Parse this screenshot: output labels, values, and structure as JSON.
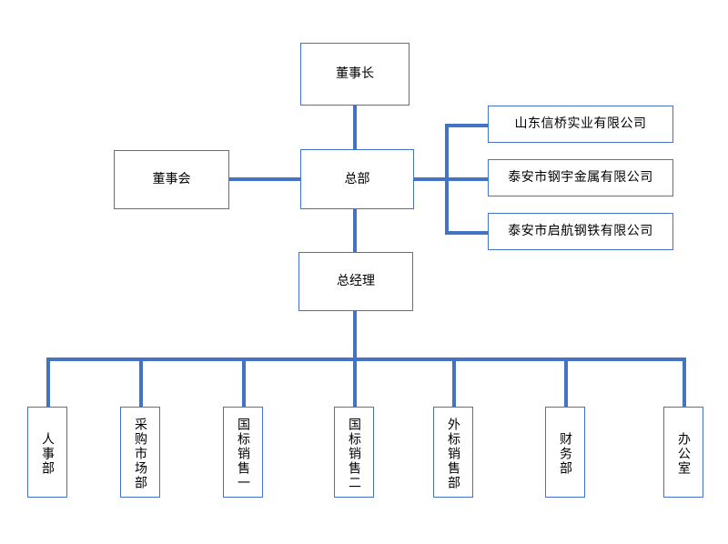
{
  "chart_title": "",
  "colors": {
    "connector": "#4472c4",
    "box_border": "#4472c4",
    "box_fill": "#ffffff",
    "text": "#000000"
  },
  "nodes": {
    "chairman": {
      "label": "董事长"
    },
    "board": {
      "label": "董事会"
    },
    "headquarters": {
      "label": "总部"
    },
    "general_manager": {
      "label": "总经理"
    }
  },
  "subsidiaries": [
    {
      "label": "山东信桥实业有限公司"
    },
    {
      "label": "泰安市钢宇金属有限公司"
    },
    {
      "label": "泰安市启航钢铁有限公司"
    }
  ],
  "departments": [
    {
      "label": "人事部"
    },
    {
      "label": "采购市场部"
    },
    {
      "label": "国标销售一"
    },
    {
      "label": "国标销售二"
    },
    {
      "label": "外标销售部"
    },
    {
      "label": "财务部"
    },
    {
      "label": "办公室"
    }
  ]
}
